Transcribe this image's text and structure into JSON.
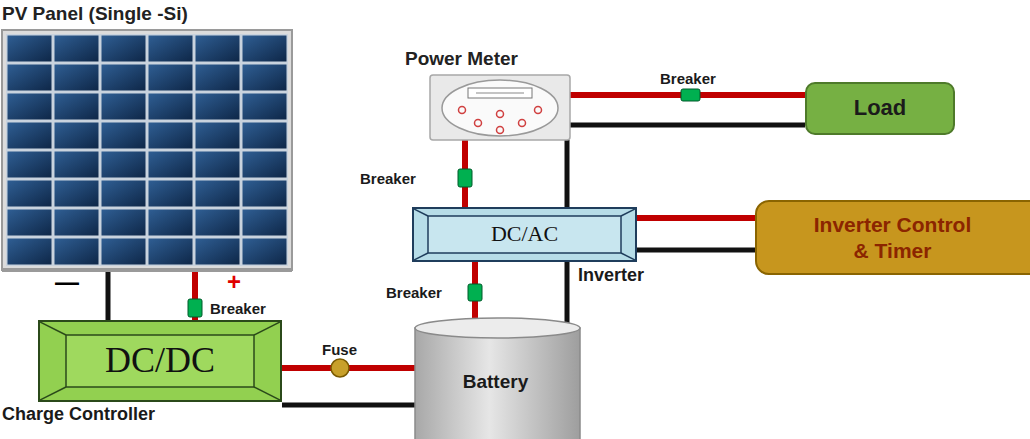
{
  "diagram": {
    "nodes": [
      {
        "text": [
          "PV Panel (Single -Si)"
        ]
      },
      {
        "text": [
          "Power Meter"
        ]
      },
      {
        "text": [
          "Load"
        ]
      },
      {
        "text": [
          "DC/AC",
          "Inverter"
        ]
      },
      {
        "text": [
          "Inverter Control & Timer"
        ]
      },
      {
        "text": [
          "DC/DC",
          "Charge Controller"
        ]
      },
      {
        "text": [
          "Battery"
        ]
      }
    ],
    "edges": [
      {
        "from": 0,
        "to": 5,
        "arrow": "none"
      },
      {
        "from": 0,
        "to": 5,
        "label": "Breaker",
        "arrow": "none"
      },
      {
        "from": 5,
        "to": 6,
        "label": "Fuse",
        "arrow": "none"
      },
      {
        "from": 5,
        "to": 6,
        "arrow": "none"
      },
      {
        "from": 6,
        "to": 3,
        "label": "Breaker",
        "arrow": "none"
      },
      {
        "from": 6,
        "to": 3,
        "arrow": "none"
      },
      {
        "from": 3,
        "to": 1,
        "label": "Breaker",
        "arrow": "none"
      },
      {
        "from": 3,
        "to": 1,
        "arrow": "none"
      },
      {
        "from": 3,
        "to": 4,
        "arrow": "none"
      },
      {
        "from": 3,
        "to": 4,
        "arrow": "none"
      },
      {
        "from": 1,
        "to": 2,
        "label": "Breaker",
        "arrow": "none"
      },
      {
        "from": 1,
        "to": 2,
        "arrow": "none"
      }
    ],
    "labels": [
      "—",
      "+"
    ]
  }
}
